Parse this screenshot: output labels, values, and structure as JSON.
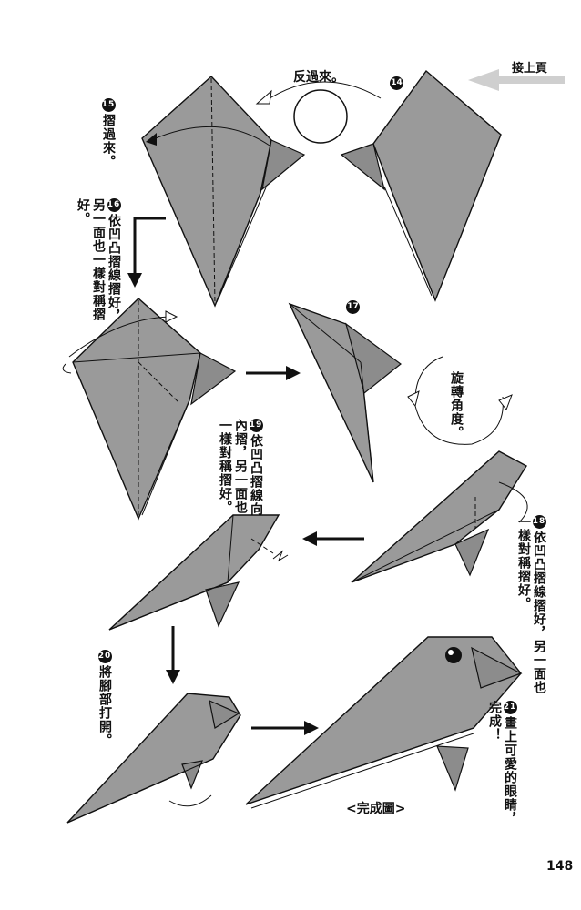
{
  "page": {
    "number": "148"
  },
  "continue_label": "接上頁",
  "steps": [
    {
      "num": "14",
      "text": ""
    },
    {
      "num": "15",
      "text": "摺過來。"
    },
    {
      "num": "16",
      "text": "依凹凸摺線摺好，另一面也一樣對稱摺好。"
    },
    {
      "num": "17",
      "text": ""
    },
    {
      "num": "18",
      "text": "依凹凸摺線摺好，另一面也一樣對稱摺好。"
    },
    {
      "num": "19",
      "text": "依凹凸摺線向內摺，另一面也一樣對稱摺好。"
    },
    {
      "num": "20",
      "text": "將腳部打開。"
    },
    {
      "num": "21",
      "text": "畫上可愛的眼睛，完成！"
    }
  ],
  "labels": {
    "flip_over": "反過來。",
    "rotate_angle": "旋轉角度。",
    "finished": "<完成圖>"
  },
  "colors": {
    "paper": "#9a9a9a",
    "ink": "#111111",
    "arrow_gray": "#cfcfcf"
  }
}
